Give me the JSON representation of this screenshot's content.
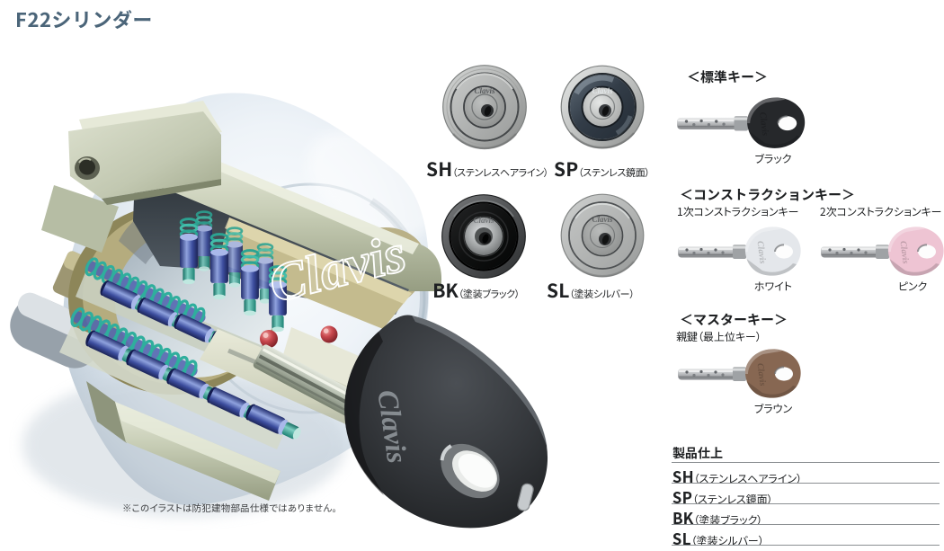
{
  "page": {
    "title": "F22シリンダー",
    "accent_color": "#4b6579",
    "background": "#ffffff"
  },
  "illustration": {
    "watermark": "Clavis",
    "key_logo": "Clavis",
    "note": "※このイラストは防犯建物部品仕様ではありません。"
  },
  "finishes": {
    "brand_logo": "Clavis",
    "items": [
      {
        "code": "SH",
        "name": "（ステンレスヘアライン）",
        "finish": "stainless-hairline"
      },
      {
        "code": "SP",
        "name": "（ステンレス鏡面）",
        "finish": "stainless-mirror"
      },
      {
        "code": "BK",
        "name": "（塗装ブラック）",
        "finish": "painted-black"
      },
      {
        "code": "SL",
        "name": "（塗装シルバー）",
        "finish": "painted-silver"
      }
    ]
  },
  "keys": {
    "standard": {
      "heading": "＜標準キー＞",
      "items": [
        {
          "label": "ブラック",
          "head_color": "#26282b",
          "head_shade": "#101214"
        }
      ]
    },
    "construction": {
      "heading": "＜コンストラクションキー＞",
      "items": [
        {
          "sub": "1次コンストラクションキー",
          "label": "ホワイト",
          "head_color": "#e4e7eb",
          "head_shade": "#b8bec8"
        },
        {
          "sub": "2次コンストラクションキー",
          "label": "ピンク",
          "head_color": "#eec4d3",
          "head_shade": "#d59cb4"
        }
      ]
    },
    "master": {
      "heading": "＜マスターキー＞",
      "sub": "親鍵（最上位キー）",
      "items": [
        {
          "label": "ブラウン",
          "head_color": "#876752",
          "head_shade": "#5f4536"
        }
      ]
    }
  },
  "spec_table": {
    "header": "製品仕上",
    "rows": [
      {
        "code": "SH",
        "name": "（ステンレスヘアライン）"
      },
      {
        "code": "SP",
        "name": "（ステンレス鏡面）"
      },
      {
        "code": "BK",
        "name": "（塗装ブラック）"
      },
      {
        "code": "SL",
        "name": "（塗装シルバー）"
      }
    ]
  }
}
